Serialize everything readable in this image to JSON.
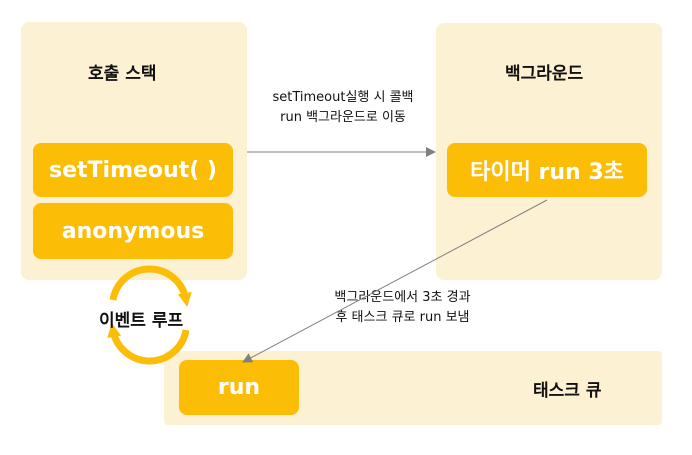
{
  "call_stack": {
    "title": "호출 스택",
    "frames": [
      "setTimeout( )",
      "anonymous"
    ]
  },
  "background": {
    "title": "백그라운드",
    "timer_label": "타이머 run 3초"
  },
  "task_queue": {
    "title": "태스크 큐",
    "item": "run"
  },
  "event_loop": {
    "label": "이벤트 루프"
  },
  "arrows": {
    "to_background": [
      "setTimeout실행 시 콜백",
      "run 백그라운드로 이동"
    ],
    "to_queue": [
      "백그라운드에서 3초 경과",
      "후 태스크 큐로 run 보냄"
    ]
  },
  "colors": {
    "panel_bg": "#fdf1d3",
    "chip_bg": "#fbbd06",
    "chip_text": "#ffffff",
    "arrow": "#808080"
  }
}
